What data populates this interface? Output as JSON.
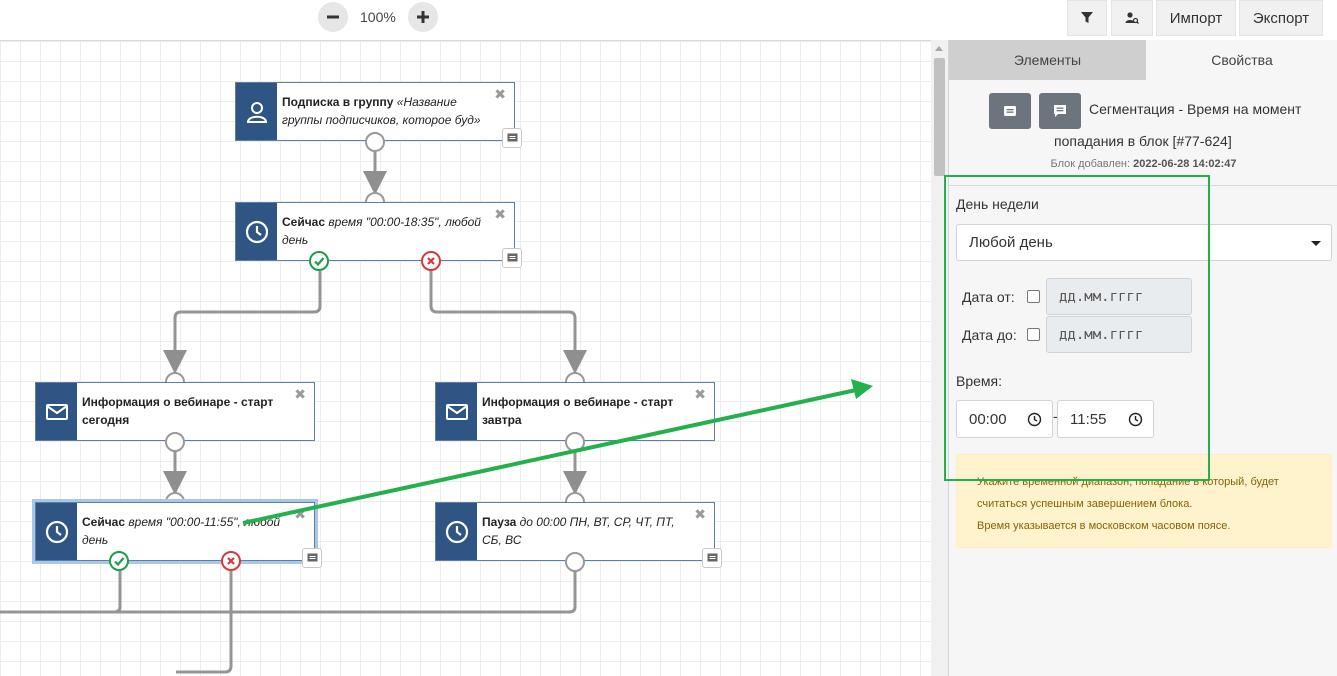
{
  "toolbar": {
    "zoom_value": "100%",
    "import_label": "Импорт",
    "export_label": "Экспорт"
  },
  "nodes": [
    {
      "id": "n1",
      "icon": "person-icon",
      "title": "Подписка в группу",
      "desc": "«Название группы подписчиков, которое буд»"
    },
    {
      "id": "n2",
      "icon": "clock-icon",
      "title": "Сейчас",
      "desc": "время \"00:00-18:35\", любой день"
    },
    {
      "id": "n3",
      "icon": "envelope-icon",
      "title": "Информация о вебинаре - старт сегодня",
      "desc": ""
    },
    {
      "id": "n4",
      "icon": "envelope-icon",
      "title": "Информация о вебинаре - старт завтра",
      "desc": ""
    },
    {
      "id": "n5",
      "icon": "clock-icon",
      "title": "Сейчас",
      "desc": "время \"00:00-11:55\", любой день"
    },
    {
      "id": "n6",
      "icon": "clock-icon",
      "title": "Пауза",
      "desc": "до 00:00 ПН, ВТ, СР, ЧТ, ПТ, СБ, ВС"
    }
  ],
  "panel": {
    "tabs": [
      "Элементы",
      "Свойства"
    ],
    "active_tab": "Свойства",
    "block_title_line1": "Сегментация - Время на момент",
    "block_title_line2": "попадания в блок [#77-624]",
    "added_label": "Блок добавлен:",
    "added_value": "2022-06-28 14:02:47",
    "weekday_label": "День недели",
    "weekday_value": "Любой день",
    "date_from_label": "Дата от:",
    "date_to_label": "Дата до:",
    "date_placeholder": "дд.мм.гггг",
    "time_label": "Время:",
    "time_from": "00:00",
    "time_to": "11:55",
    "time_sep": "-",
    "alert_line1": "Укажите временной диапазон, попадание в который, будет",
    "alert_line2": "считаться успешным завершением блока.",
    "alert_line3": "Время указывается в московском часовом поясе."
  },
  "colors": {
    "node_icon_bg": "#2f5585",
    "port_success": "#1e9b4b",
    "port_fail": "#d9373c",
    "annotation": "#22b14c",
    "alert_bg": "#fff3cd"
  }
}
